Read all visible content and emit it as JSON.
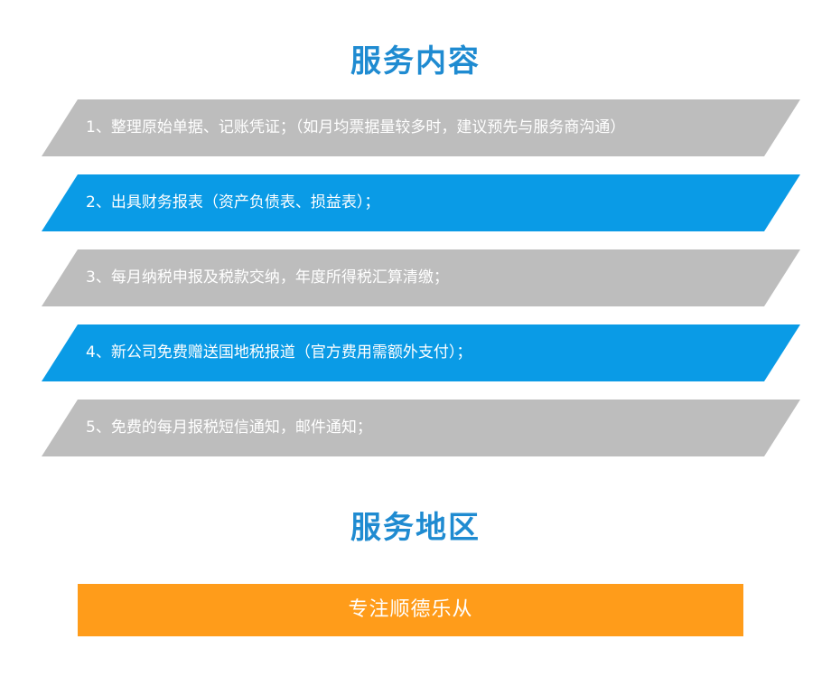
{
  "service_content": {
    "title": "服务内容",
    "items": [
      {
        "text": "1、整理原始单据、记账凭证；（如月均票据量较多时，建议预先与服务商沟通）",
        "style": "gray"
      },
      {
        "text": "2、出具财务报表（资产负债表、损益表）；",
        "style": "blue"
      },
      {
        "text": "3、每月纳税申报及税款交纳，年度所得税汇算清缴；",
        "style": "gray"
      },
      {
        "text": "4、新公司免费赠送国地税报道（官方费用需额外支付）；",
        "style": "blue"
      },
      {
        "text": "5、免费的每月报税短信通知，邮件通知；",
        "style": "gray"
      }
    ]
  },
  "service_area": {
    "title": "服务地区",
    "region": "专注顺德乐从"
  },
  "colors": {
    "title": "#1f8bd1",
    "band_gray": "#bdbdbd",
    "band_blue": "#0a9be6",
    "region_bar": "#ff9c1a"
  }
}
